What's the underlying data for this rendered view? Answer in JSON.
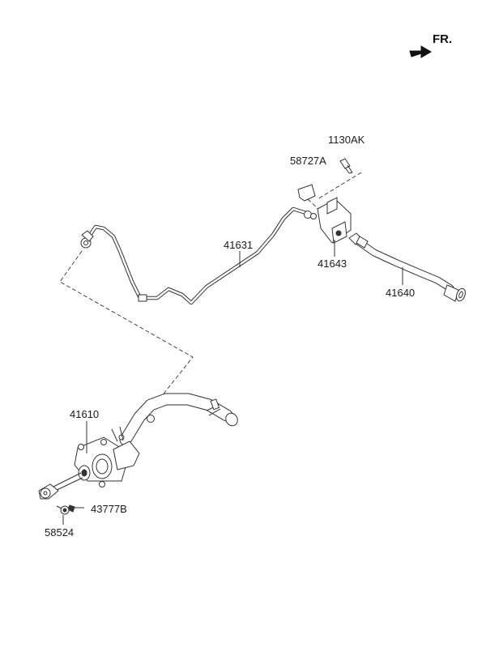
{
  "orientation": {
    "label": "FR.",
    "icon": "front-direction-arrow-icon"
  },
  "parts": {
    "bolt": "1130AK",
    "bracket": "58727A",
    "clutch_tube": "41631",
    "hose_bracket": "41643",
    "clutch_hose": "41640",
    "master_cylinder": "41610",
    "pin": "43777B",
    "clip": "58524"
  }
}
